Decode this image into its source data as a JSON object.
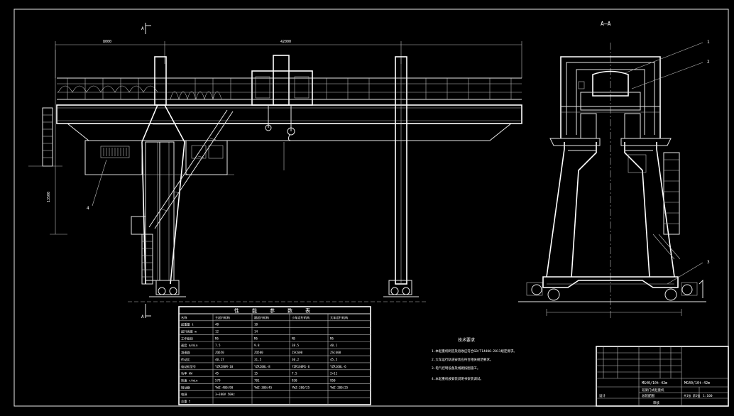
{
  "drawing": {
    "section_label": "A—A",
    "cut_mark": "A",
    "callouts": [
      "1",
      "2",
      "3",
      "4"
    ],
    "notes_title": "技术要求",
    "notes": [
      "1.本起重机制造及验收应符合GB/T14406—2011规定要求。",
      "2.大车运行轨道安装应符合相关规范要求。",
      "3.电气控制设备及线路按图施工。",
      "4.本起重机按安装说明书安装调试。"
    ],
    "params_table": {
      "title": "性能参数表",
      "header": [
        "名称",
        "主起升机构",
        "副起升机构",
        "小车运行机构",
        "大车运行机构"
      ],
      "rows": [
        [
          "起重量 t",
          "40",
          "10",
          "",
          ""
        ],
        [
          "起升高度 m",
          "12",
          "14",
          "",
          ""
        ],
        [
          "工作级别",
          "M5",
          "M5",
          "M5",
          "M5"
        ],
        [
          "速度 m/min",
          "7.5",
          "9.8",
          "38.5",
          "40.1"
        ],
        [
          "减速器",
          "ZQ650",
          "ZQ500",
          "ZSC600",
          "ZSC600"
        ],
        [
          "传动比",
          "40.17",
          "31.5",
          "30.2",
          "45.5"
        ],
        [
          "电动机型号",
          "YZR280M-10",
          "YZR200L-8",
          "YZR160M1-6",
          "YZR160L-6"
        ],
        [
          "功率 kW",
          "45",
          "15",
          "7.5",
          "2×11"
        ],
        [
          "转速 r/min",
          "579",
          "701",
          "930",
          "950"
        ],
        [
          "制动器",
          "YWZ-400/90",
          "YWZ-300/45",
          "YWZ-200/25",
          "YWZ-200/25"
        ],
        [
          "电源",
          "3~380V 50Hz",
          "",
          "",
          ""
        ],
        [
          "总重 t",
          "",
          "",
          "",
          ""
        ]
      ]
    },
    "title_block": {
      "drawing_no": "MG40/10t-42m",
      "title_line1": "双梁门式起重机",
      "title_line2": "总装配图",
      "scale": "1:100",
      "sheet": "共1张 第1张",
      "designer": "设计",
      "checker": "审核"
    },
    "dimensions": {
      "span": "42000",
      "height": "13500",
      "cantilever": "8000"
    }
  }
}
